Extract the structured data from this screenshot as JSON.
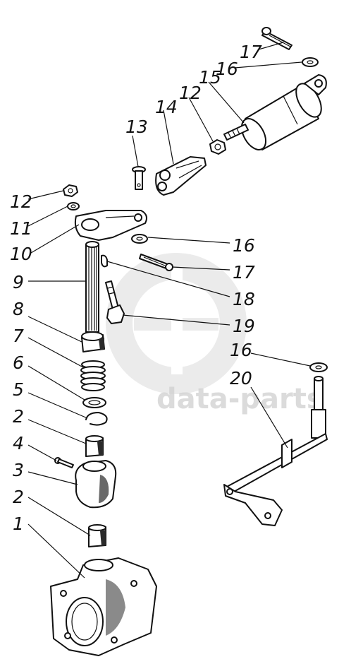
{
  "watermark": {
    "text": "data-parts"
  },
  "callouts": {
    "c1": "1",
    "c2a": "2",
    "c2b": "2",
    "c3": "3",
    "c4": "4",
    "c5": "5",
    "c6": "6",
    "c7": "7",
    "c8": "8",
    "c9": "9",
    "c10": "10",
    "c11": "11",
    "c12a": "12",
    "c12b": "12",
    "c13": "13",
    "c14": "14",
    "c15": "15",
    "c16a": "16",
    "c16b": "16",
    "c16c": "16",
    "c17a": "17",
    "c17b": "17",
    "c18": "18",
    "c19": "19",
    "c20": "20"
  }
}
